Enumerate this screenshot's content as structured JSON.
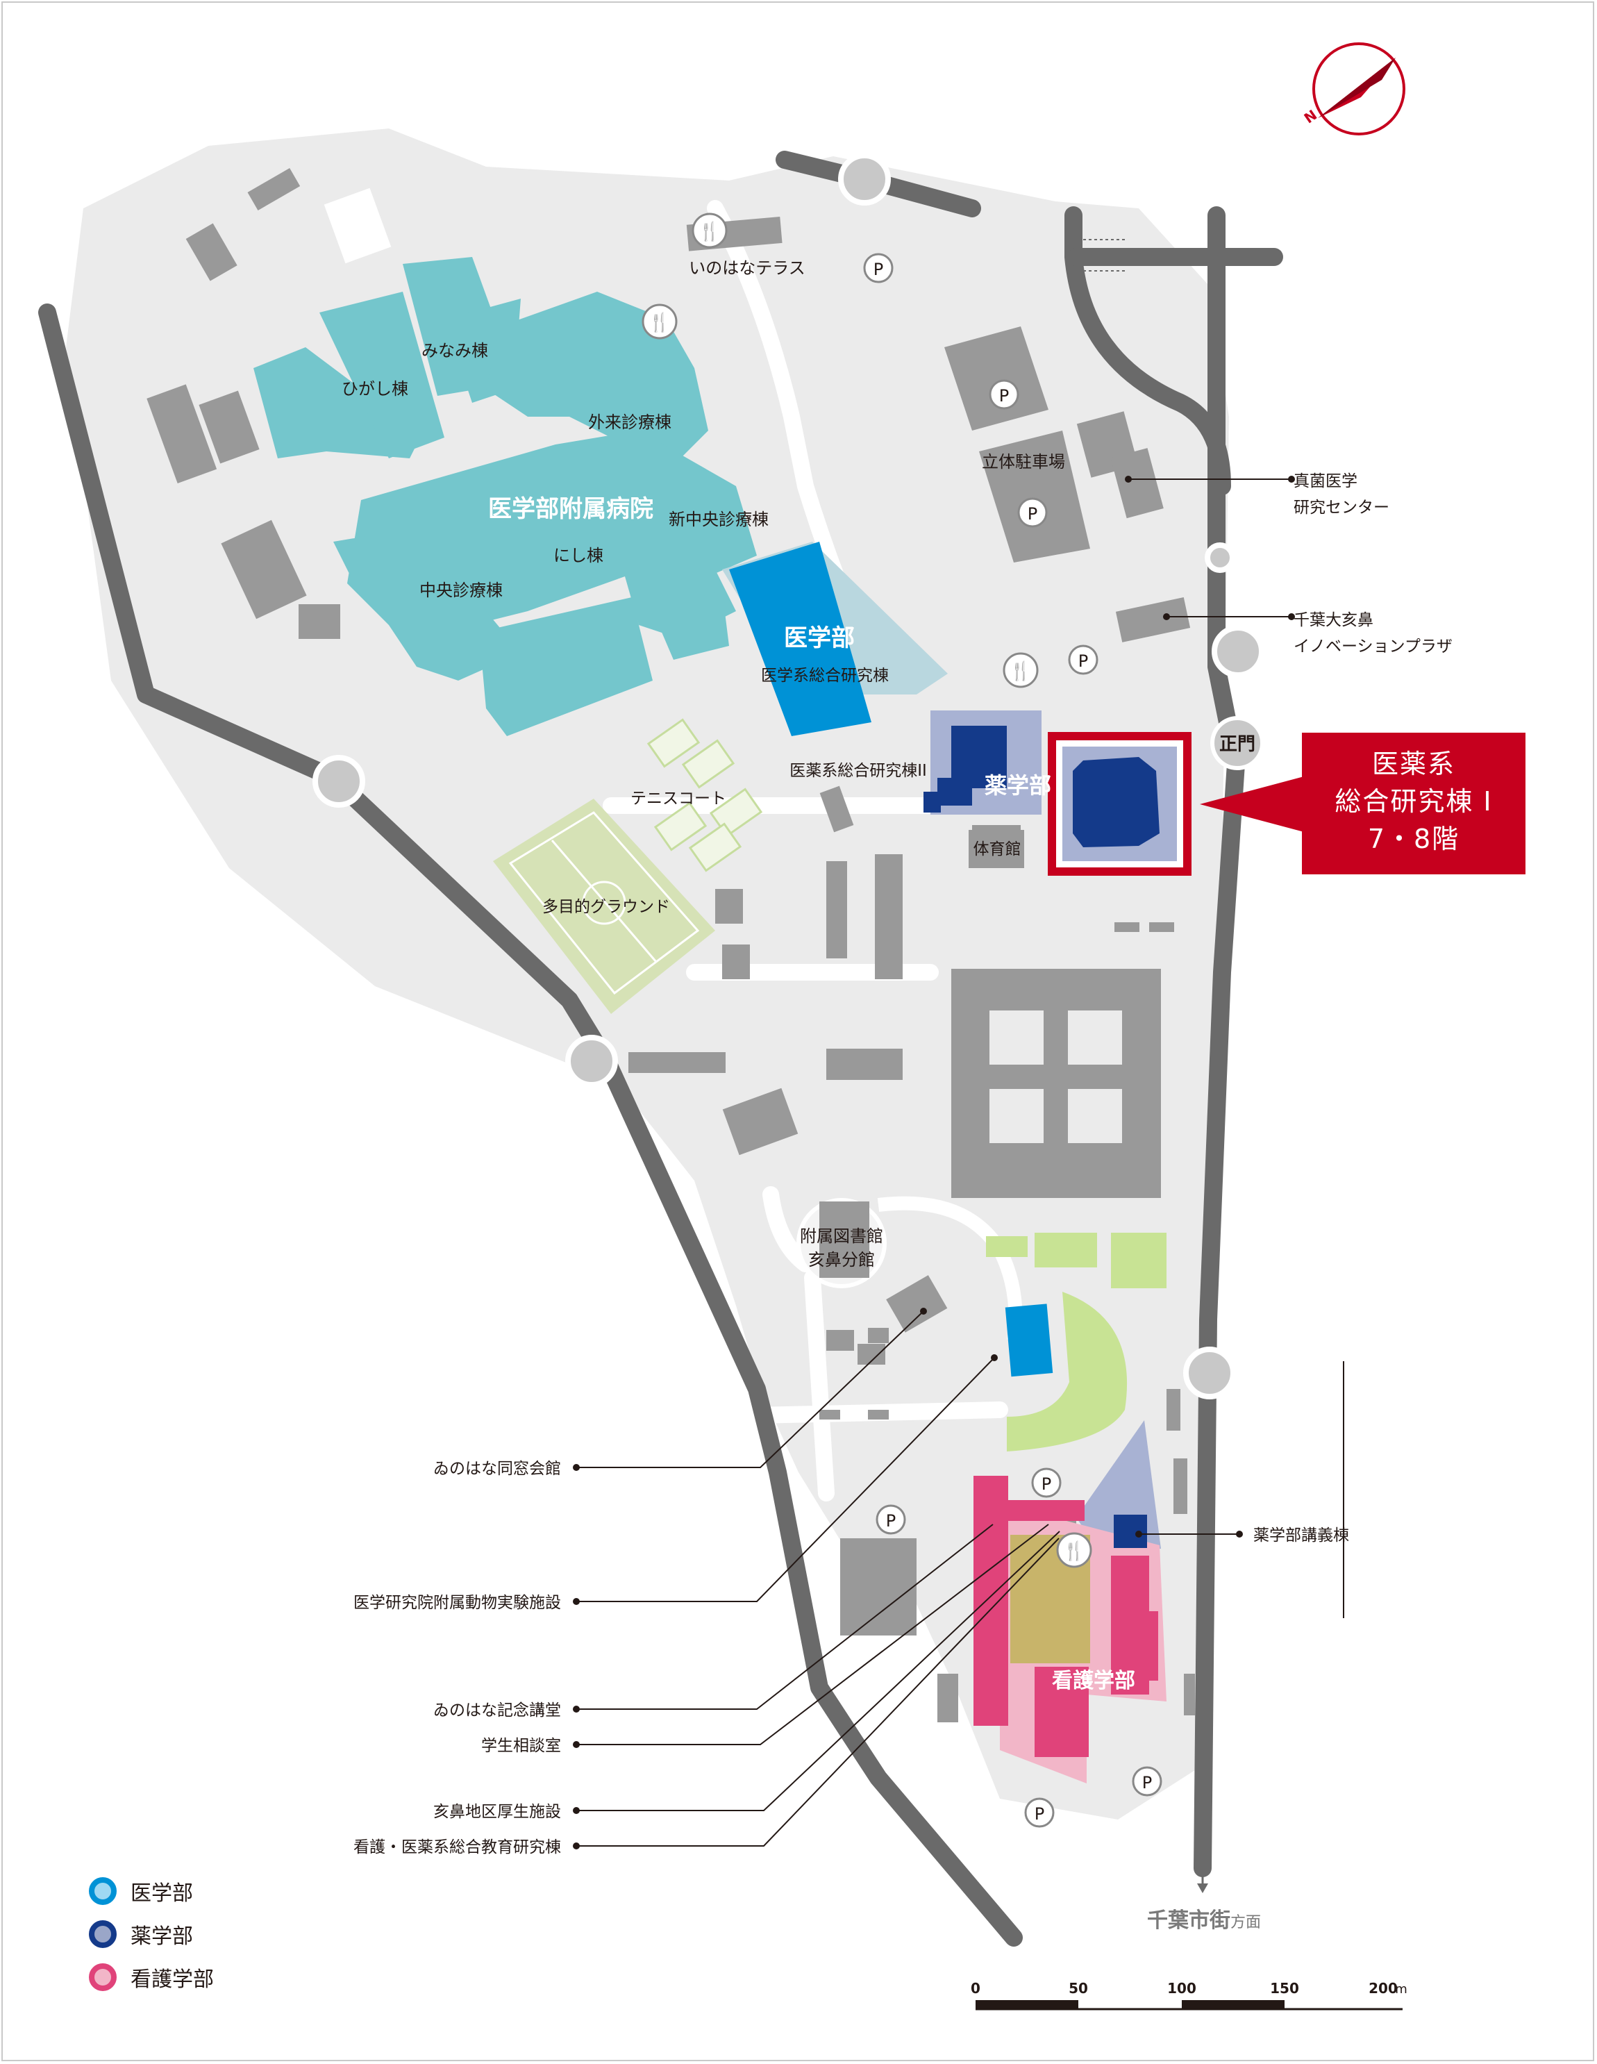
{
  "colors": {
    "medicine": "#0092d6",
    "pharmacy": "#143a8a",
    "nursing": "#e0437a",
    "hospital": "#74c6cc",
    "highlight": "#c6001e",
    "road": "#6a6a6a",
    "building": "#999999",
    "ground": "#ebebeb"
  },
  "compass": {
    "north_label": "N",
    "icon": "compass-icon"
  },
  "callout": {
    "line1": "医薬系",
    "line2": "総合研究棟 I",
    "line3": "7・8階"
  },
  "labels": {
    "inohana_terrace": "いのはなテラス",
    "minami": "みなみ棟",
    "higashi": "ひがし棟",
    "gairai": "外来診療棟",
    "hospital": "医学部附属病院",
    "shinchuo": "新中央診療棟",
    "nishi": "にし棟",
    "chuo": "中央診療棟",
    "medicine": "医学部",
    "med_research": "医学系総合研究棟",
    "pharm_research2": "医薬系総合研究棟II",
    "pharmacy": "薬学部",
    "gym": "体育館",
    "tennis": "テニスコート",
    "ground": "多目的グラウンド",
    "parking_tower": "立体駐車場",
    "fungi_line1": "真菌医学",
    "fungi_line2": "研究センター",
    "plaza_line1": "千葉大亥鼻",
    "plaza_line2": "イノベーションプラザ",
    "main_gate": "正門",
    "library_line1": "附属図書館",
    "library_line2": "亥鼻分館",
    "alumni": "ゐのはな同窓会館",
    "animal": "医学研究院附属動物実験施設",
    "memorial": "ゐのはな記念講堂",
    "counsel": "学生相談室",
    "welfare": "亥鼻地区厚生施設",
    "nursing_edu": "看護・医薬系総合教育研究棟",
    "pharm_lecture": "薬学部講義棟",
    "nursing": "看護学部",
    "city_main": "千葉市街",
    "city_suffix": "方面",
    "parking": "P"
  },
  "legend": [
    {
      "label": "医学部",
      "color": "#0092d6",
      "fill": "#9fd9f3"
    },
    {
      "label": "薬学部",
      "color": "#143a8a",
      "fill": "#9aa6c8"
    },
    {
      "label": "看護学部",
      "color": "#e0437a",
      "fill": "#f2b6c8"
    }
  ],
  "scale": {
    "ticks": [
      "0",
      "50",
      "100",
      "150",
      "200"
    ],
    "unit": "m"
  }
}
